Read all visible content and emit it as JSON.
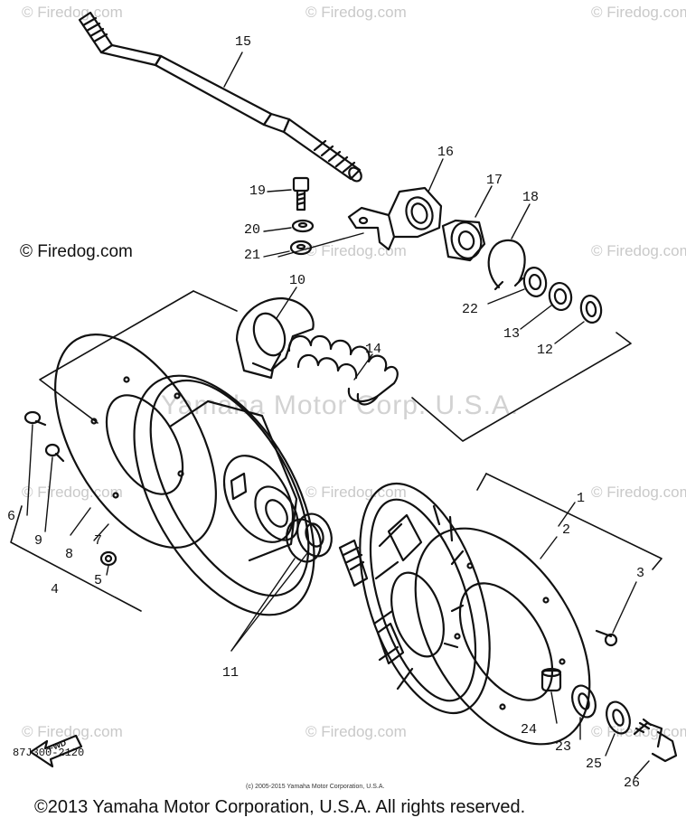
{
  "watermarks": {
    "site": "© Firedog.com",
    "corner_label": "© Firedog.com",
    "diagonal": "Yamaha Motor Corp. U.S.A."
  },
  "callouts": [
    "1",
    "2",
    "3",
    "4",
    "5",
    "6",
    "7",
    "8",
    "9",
    "10",
    "11",
    "12",
    "13",
    "14",
    "15",
    "16",
    "17",
    "18",
    "19",
    "20",
    "21",
    "22",
    "23",
    "24",
    "25",
    "26"
  ],
  "part_code": "87J300-2120",
  "small_copyright": "(c) 2005-2015 Yamaha Motor Corporation, U.S.A.",
  "footer": "©2013 Yamaha Motor Corporation, U.S.A. All rights reserved.",
  "fwd_arrow_label": "FWD",
  "colors": {
    "ink": "#111111",
    "watermark": "#c9c9c9"
  }
}
